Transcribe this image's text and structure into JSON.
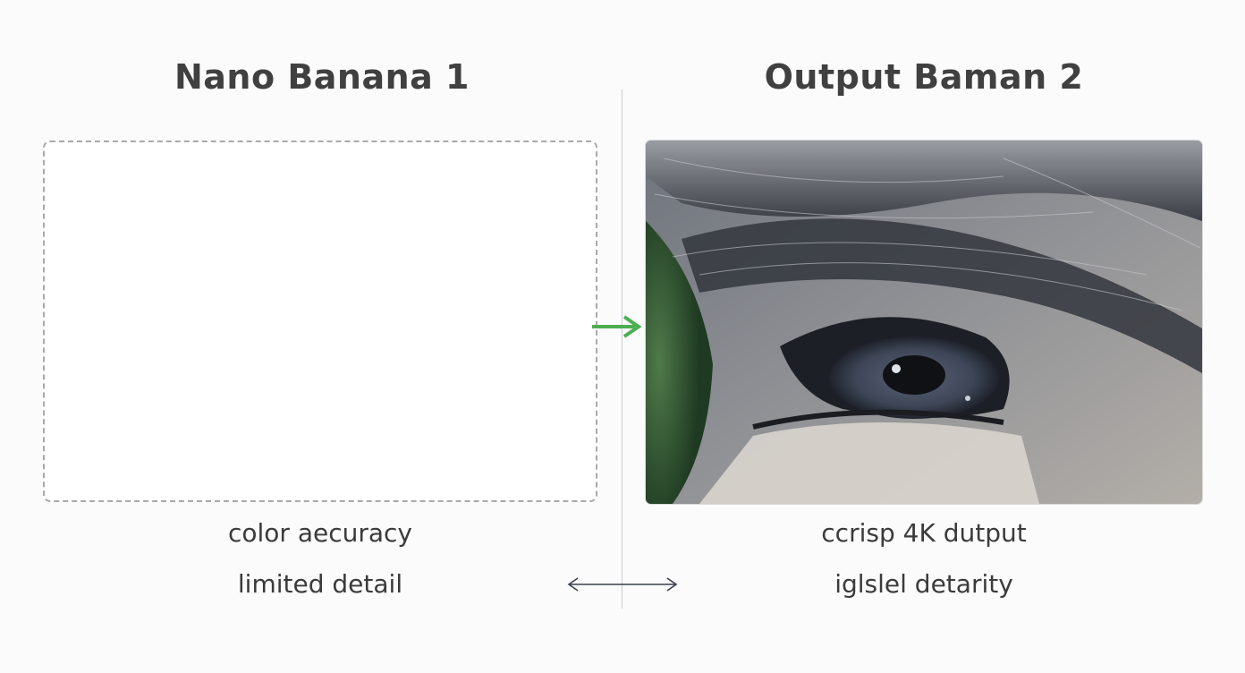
{
  "left_panel": {
    "title": "Nano Banana 1",
    "caption_1": "color aecuracy",
    "caption_2": "limited detail"
  },
  "right_panel": {
    "title": "Output Baman 2",
    "caption_1": "ccrisp 4K dutput",
    "caption_2": "iglslel detarity",
    "image_subject": "close-up eye photograph"
  },
  "icons": {
    "transfer_arrow": "arrow-right-icon",
    "compare_arrow": "double-arrow-icon"
  },
  "colors": {
    "accent_green": "#4caf50",
    "divider": "#c9ccd2",
    "text": "#3b3b3b"
  }
}
